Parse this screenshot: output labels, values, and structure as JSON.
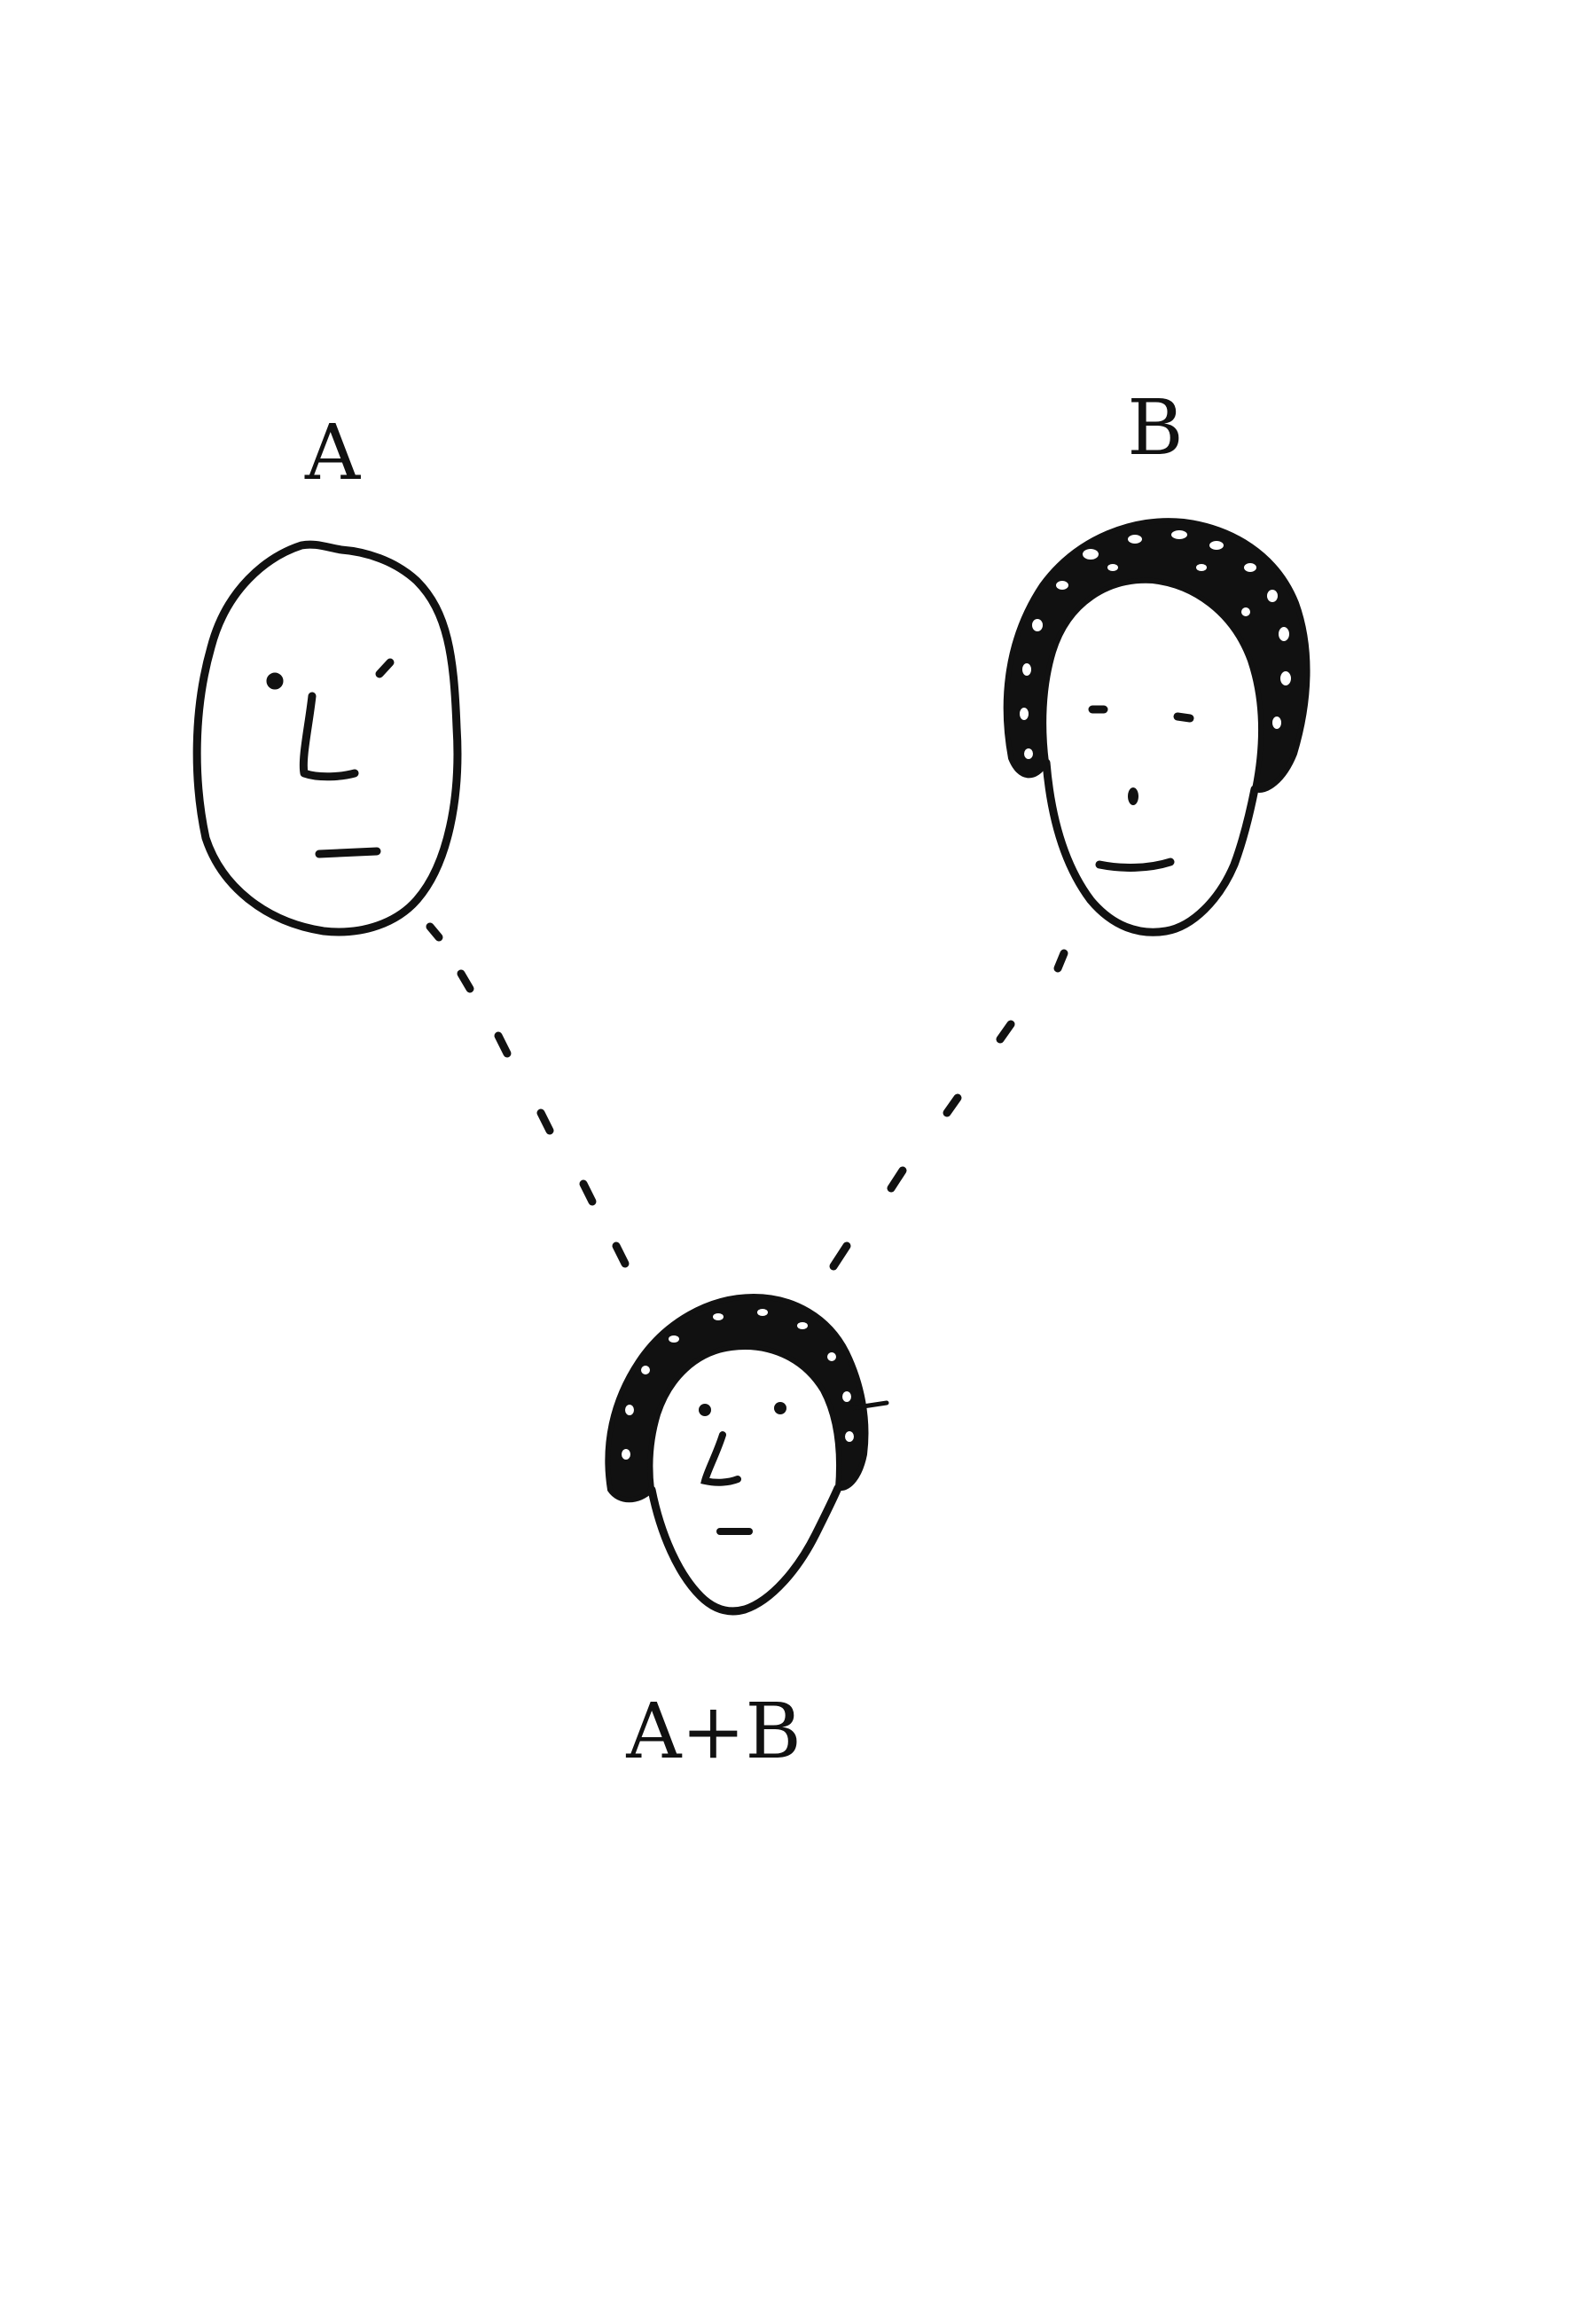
{
  "diagram": {
    "labels": {
      "parent_a": "A",
      "parent_b": "B",
      "child": "A+B"
    },
    "connectors": [
      {
        "from": "parent_a",
        "to": "child",
        "style": "dashed"
      },
      {
        "from": "parent_b",
        "to": "child",
        "style": "dashed"
      }
    ]
  },
  "colors": {
    "ink": "#111111",
    "background": "#ffffff"
  }
}
